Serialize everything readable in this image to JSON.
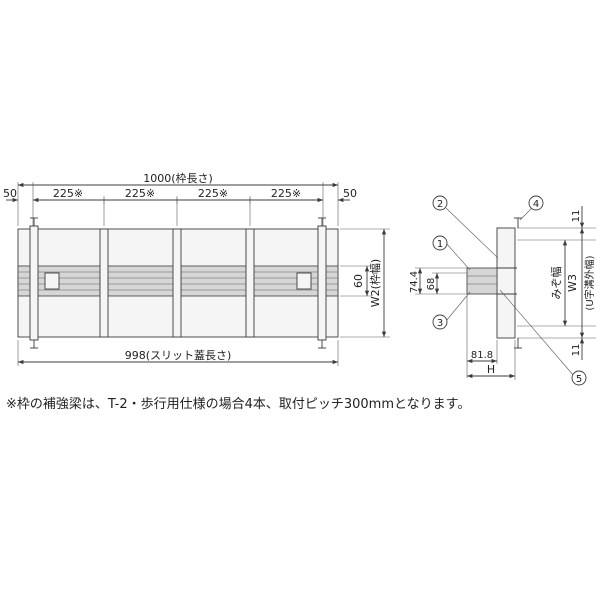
{
  "front_view": {
    "total_length": "1000(枠長さ)",
    "end_margin_left": "50",
    "end_margin_right": "50",
    "pitches": [
      "225※",
      "225※",
      "225※",
      "225※"
    ],
    "slit_cover_length": "998(スリット蓋長さ)",
    "slit_width": "60",
    "frame_width": "W2(枠幅)"
  },
  "section_view": {
    "callouts": [
      "1",
      "2",
      "3",
      "4",
      "5"
    ],
    "dim_74": "74.4",
    "dim_68": "68",
    "dim_81": "81.8",
    "dim_h": "H",
    "dim_top": "11",
    "dim_bottom": "11",
    "groove_width": "みぞ幅",
    "w3": "W3",
    "u_outer": "(U字溝外幅)"
  },
  "footnote": "※枠の補強梁は、T-2・歩行用仕様の場合4本、取付ピッチ300mmとなります。"
}
